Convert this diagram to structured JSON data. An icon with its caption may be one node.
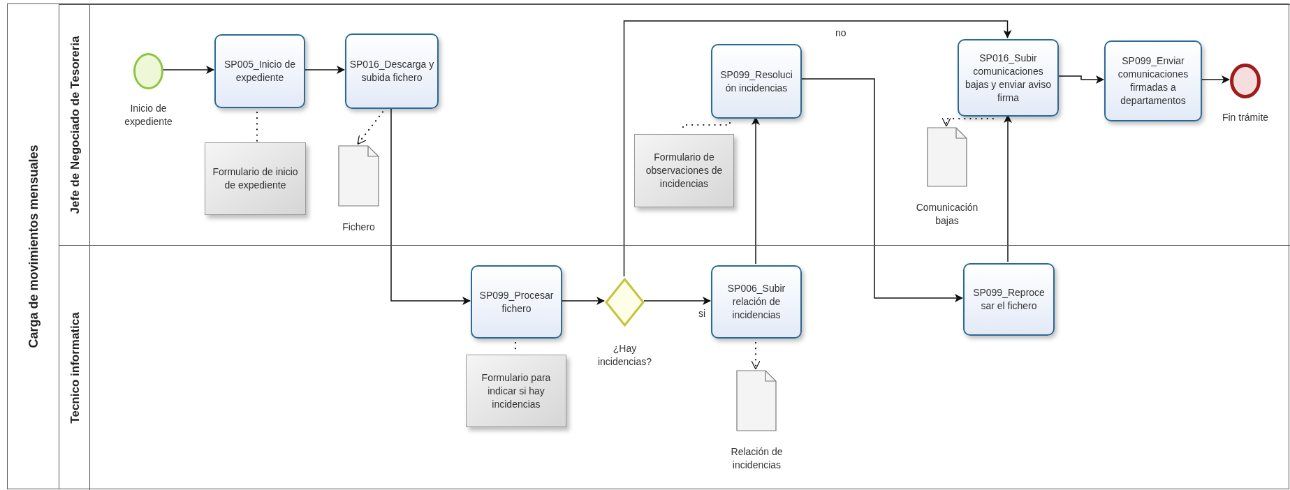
{
  "diagram": {
    "nodes": [
      {
        "text": [
          "Carga de movimientos mensuales"
        ]
      },
      {
        "text": [
          "Jefe de Negociado de Tesoreria"
        ],
        "in": 0
      },
      {
        "text": [
          "Tecnico informatica"
        ],
        "in": 0
      },
      {
        "text": [
          "Inicio de expediente"
        ],
        "in": 1
      },
      {
        "text": [
          "SP005_Inicio de expediente"
        ],
        "in": 1
      },
      {
        "text": [
          "SP016_Descarga y subida fichero"
        ],
        "in": 1
      },
      {
        "text": [
          "Formulario de inicio de expediente"
        ],
        "in": 1
      },
      {
        "text": [
          "Fichero"
        ],
        "in": 1
      },
      {
        "text": [
          "SP099_Resoluci ón incidencias"
        ],
        "in": 1
      },
      {
        "text": [
          "Formulario de observaciones de incidencias"
        ],
        "in": 1
      },
      {
        "text": [
          "SP016_Subir comunicaciones bajas y enviar aviso firma"
        ],
        "in": 1
      },
      {
        "text": [
          "SP099_Enviar comunicaciones firmadas a departamentos"
        ],
        "in": 1
      },
      {
        "text": [
          "Comunicación bajas"
        ],
        "in": 1
      },
      {
        "text": [
          "Fin trámite"
        ],
        "in": 1
      },
      {
        "text": [
          "SP099_Procesar fichero"
        ],
        "in": 2
      },
      {
        "text": [
          "Formulario para indicar si hay incidencias"
        ],
        "in": 2
      },
      {
        "text": [
          "¿Hay incidencias?"
        ],
        "in": 2
      },
      {
        "text": [
          "SP006_Subir relación de incidencias"
        ],
        "in": 2
      },
      {
        "text": [
          "Relación de incidencias"
        ],
        "in": 2
      },
      {
        "text": [
          "SP099_Reproce sar el fichero"
        ],
        "in": 2
      }
    ],
    "edges": [
      {
        "from": 3,
        "to": 4,
        "arrow": "to"
      },
      {
        "from": 4,
        "to": 5,
        "arrow": "to"
      },
      {
        "from": 5,
        "to": 14,
        "arrow": "to"
      },
      {
        "from": 14,
        "to": 16,
        "arrow": "to"
      },
      {
        "from": 16,
        "to": 17,
        "arrow": "to",
        "label": "si"
      },
      {
        "from": 16,
        "to": 10,
        "arrow": "to",
        "label": "no"
      },
      {
        "from": 17,
        "to": 8,
        "arrow": "to"
      },
      {
        "from": 8,
        "to": 19,
        "arrow": "to"
      },
      {
        "from": 19,
        "to": 10,
        "arrow": "to"
      },
      {
        "from": 10,
        "to": 11,
        "arrow": "to"
      },
      {
        "from": 11,
        "to": 13,
        "arrow": "to"
      },
      {
        "from": 4,
        "to": 6,
        "arrow": "none",
        "style": "dashed"
      },
      {
        "from": 5,
        "to": 7,
        "arrow": "to",
        "style": "dashed"
      },
      {
        "from": 14,
        "to": 15,
        "arrow": "none",
        "style": "dashed"
      },
      {
        "from": 8,
        "to": 9,
        "arrow": "none",
        "style": "dashed"
      },
      {
        "from": 17,
        "to": 18,
        "arrow": "to",
        "style": "dashed"
      },
      {
        "from": 10,
        "to": 12,
        "arrow": "to",
        "style": "dashed"
      }
    ]
  }
}
